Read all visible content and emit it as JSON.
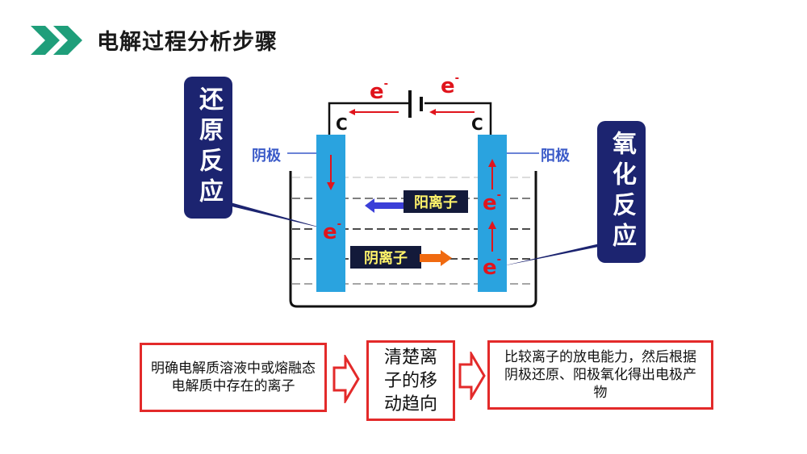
{
  "header": {
    "title": "电解过程分析步骤"
  },
  "callouts": {
    "left": "还原反应",
    "right": "氧化反应"
  },
  "electrodes": {
    "left_label": "阴极",
    "right_label": "阳极",
    "left_material": "C",
    "right_material": "C"
  },
  "electron_symbol": "e",
  "electron_charge": "-",
  "ions": {
    "anion_label": "阳离子",
    "cation_label": "阴离子"
  },
  "flow": {
    "step1": "明确电解质溶液中或熔融态电解质中存在的离子",
    "step2": "清楚离子的移动趋向",
    "step3": "比较离子的放电能力，然后根据阴极还原、阳极氧化得出电极产物"
  },
  "colors": {
    "accent": "#1f9e7a",
    "callout": "#1c2470",
    "electrode": "#2aa3df",
    "electron": "#e0141c",
    "flow_border": "#e32a2a",
    "ion_text": "#fff36a",
    "anion_arrow": "#3b3fd8",
    "cation_arrow": "#f06a10"
  }
}
